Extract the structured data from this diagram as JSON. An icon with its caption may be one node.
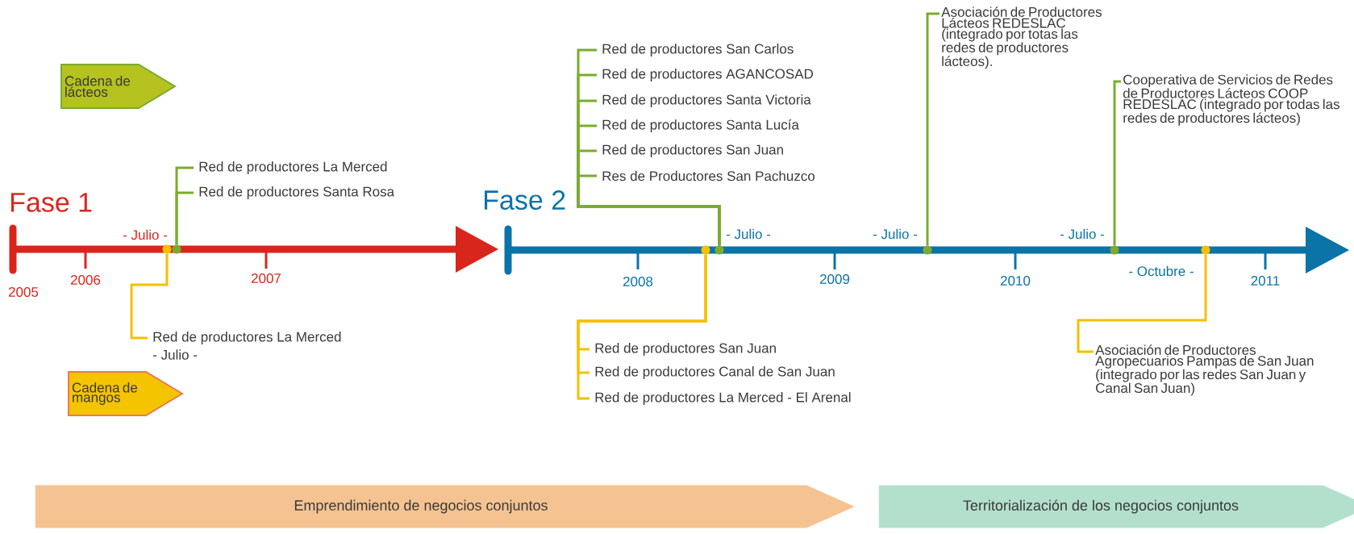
{
  "diagram": {
    "nodes": [
      {
        "text": [
          "Cadena de lácteos"
        ]
      },
      {
        "text": [
          "Red de productores La Merced"
        ]
      },
      {
        "text": [
          "Red de productores Santa Rosa"
        ]
      },
      {
        "text": [],
        "shape": "circle"
      },
      {
        "text": [],
        "shape": "circle"
      },
      {
        "text": [
          "Red de productores La Merced"
        ],
        "beside": [
          "- Julio -"
        ]
      },
      {
        "text": [
          "Cadena de mangos"
        ]
      },
      {
        "text": [
          "Red de productores San Carlos"
        ]
      },
      {
        "text": [
          "Red de productores AGANCOSAD"
        ]
      },
      {
        "text": [
          "Red de productores Santa Victoria"
        ]
      },
      {
        "text": [
          "Red de productores Santa Lucía"
        ]
      },
      {
        "text": [
          "Red de productores San Juan"
        ]
      },
      {
        "text": [
          "Res de Productores San Pachuzco"
        ]
      },
      {
        "text": [
          "Asociación de Productores Lácteos REDESLAC (integrado por totas las redes de productores lácteos)."
        ]
      },
      {
        "text": [
          "Cooperativa de Servicios de Redes de Productores Lácteos COOP REDESLAC (integrado por todas las redes de productores lácteos)"
        ]
      },
      {
        "text": [],
        "shape": "circle"
      },
      {
        "text": [],
        "shape": "circle"
      },
      {
        "text": [],
        "shape": "circle"
      },
      {
        "text": [],
        "shape": "circle"
      },
      {
        "text": [],
        "shape": "circle"
      },
      {
        "text": [
          "Red de productores San Juan"
        ]
      },
      {
        "text": [
          "Red de productores Canal de San Juan"
        ]
      },
      {
        "text": [
          "Red de productores La Merced - El Arenal"
        ]
      },
      {
        "text": [
          "Asociación de Productores Agropecuarios Pampas de San Juan (integrado por las redes San Juan y Canal San Juan)"
        ]
      },
      {
        "text": [
          "Emprendimiento de negocios conjuntos"
        ]
      },
      {
        "text": [
          "Territorialización de los negocios conjuntos"
        ]
      }
    ],
    "edges": [
      {
        "from": 1,
        "to": 4,
        "arrow": "none"
      },
      {
        "from": 2,
        "to": 4,
        "arrow": "none"
      },
      {
        "from": 5,
        "to": 3,
        "arrow": "none",
        "color": "#f5c000"
      },
      {
        "from": 7,
        "to": 16,
        "arrow": "none"
      },
      {
        "from": 8,
        "to": 16,
        "arrow": "none"
      },
      {
        "from": 9,
        "to": 16,
        "arrow": "none"
      },
      {
        "from": 10,
        "to": 16,
        "arrow": "none"
      },
      {
        "from": 11,
        "to": 16,
        "arrow": "none"
      },
      {
        "from": 12,
        "to": 16,
        "arrow": "none"
      },
      {
        "from": 13,
        "to": 17,
        "arrow": "none"
      },
      {
        "from": 14,
        "to": 18,
        "arrow": "none"
      },
      {
        "from": 20,
        "to": 15,
        "arrow": "none",
        "color": "#f5c000"
      },
      {
        "from": 21,
        "to": 15,
        "arrow": "none",
        "color": "#f5c000"
      },
      {
        "from": 22,
        "to": 15,
        "arrow": "none",
        "color": "#f5c000"
      },
      {
        "from": 23,
        "to": 19,
        "arrow": "none",
        "color": "#f5c000"
      }
    ],
    "labels": [
      "Fase 1",
      "- Julio -",
      "2005",
      "2006",
      "2007",
      "Fase 2",
      "- Julio -",
      "- Julio -",
      "- Julio -",
      "2008",
      "2009",
      "2010",
      "- Octubre -",
      "2011"
    ]
  }
}
